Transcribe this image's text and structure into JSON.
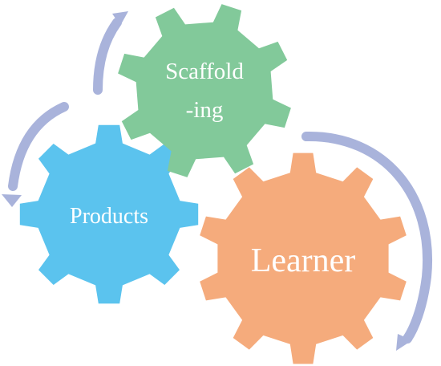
{
  "gears": [
    {
      "id": "scaffolding",
      "label_line1": "Scaffold",
      "label_line2": "-ing",
      "color": "#82C99A"
    },
    {
      "id": "products",
      "label": "Products",
      "color": "#5BC3EE"
    },
    {
      "id": "learner",
      "label": "Learner",
      "color": "#F5AB7C"
    }
  ],
  "arrow_color": "#A9B3DB",
  "icons": [
    "cycle-arrow-icon"
  ]
}
